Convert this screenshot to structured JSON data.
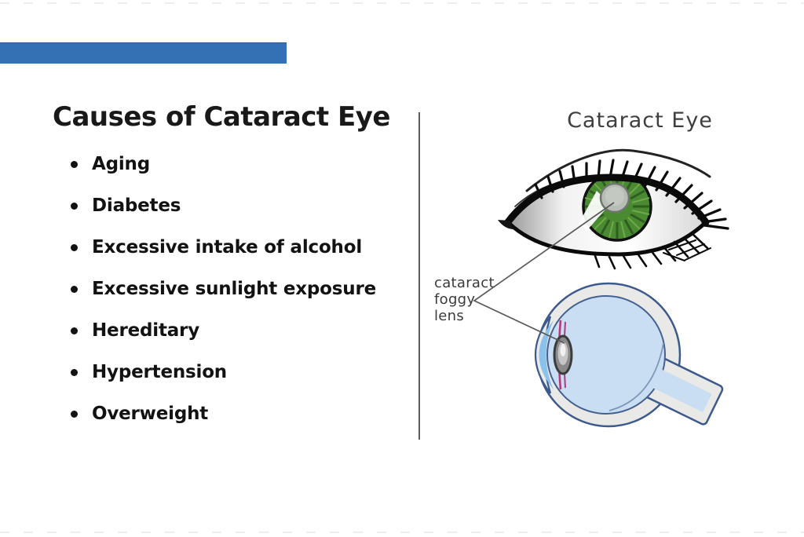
{
  "slide": {
    "title": "Causes of Cataract Eye",
    "bullets": [
      "Aging",
      "Diabetes",
      "Excessive intake of alcohol",
      "Excessive sunlight exposure",
      "Hereditary",
      "Hypertension",
      "Overweight"
    ]
  },
  "diagram": {
    "heading": "Cataract Eye",
    "callout": {
      "lines": [
        "cataract",
        "foggy",
        "lens"
      ]
    }
  },
  "colors": {
    "accent_bar": "#3470b4",
    "divider": "#5a5a5a",
    "title_text": "#191919",
    "diagram_text": "#3a3a3a",
    "iris_green": "#4a8a31",
    "pupil_gray": "#b7bcb5",
    "eyeball_fill": "#c9def2",
    "eyeball_outline": "#3d5a8c",
    "sclera_ring": "#e9e9e7",
    "cornea_blue": "#8ac2ec",
    "iris_pink": "#b13c7c",
    "pointer_line": "#58595b"
  }
}
